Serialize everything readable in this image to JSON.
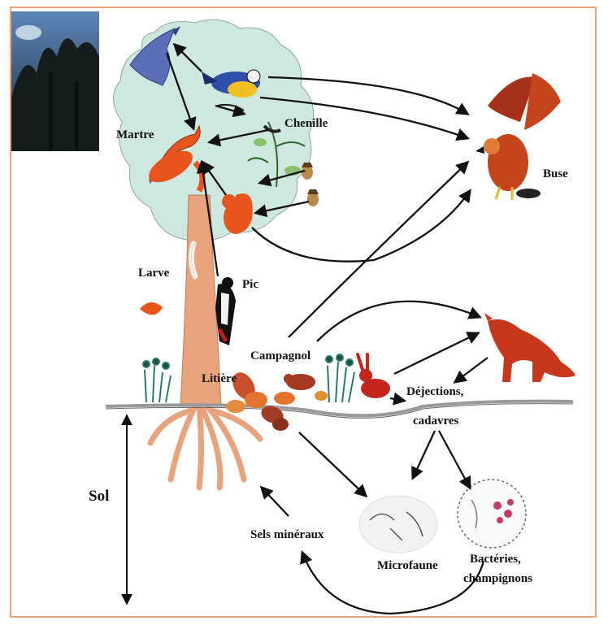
{
  "labels": {
    "martre": "Martre",
    "chenille": "Chenille",
    "buse": "Buse",
    "larve": "Larve",
    "pic": "Pic",
    "campagnol": "Campagnol",
    "litiere": "Litière",
    "dejections_line1": "Déjections,",
    "dejections_line2": "cadavres",
    "sol": "Sol",
    "sels_mineraux": "Sels minéraux",
    "microfaune": "Microfaune",
    "bacteries_line1": "Bactéries,",
    "bacteries_line2": "champignons"
  },
  "colors": {
    "frame": "#e8a37a",
    "canopy": "#cfe8df",
    "trunk": "#e8a27c",
    "animal_orange": "#e8551c",
    "fox_red": "#c8361c",
    "arrow": "#111111"
  }
}
